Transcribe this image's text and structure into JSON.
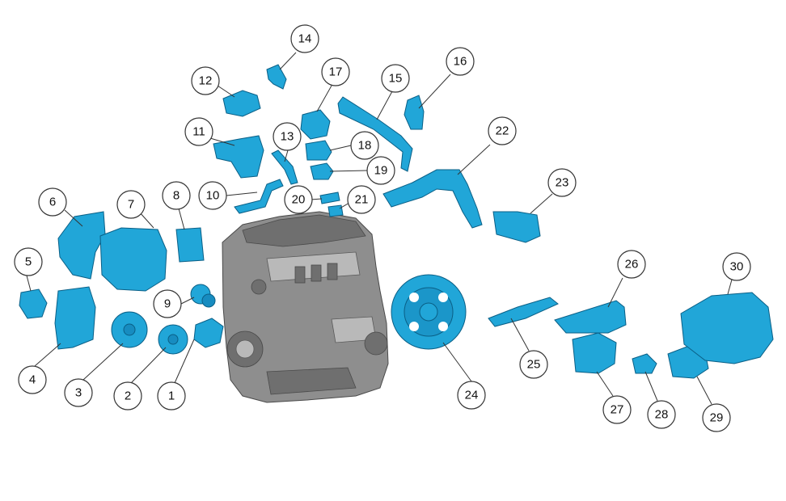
{
  "callouts": [
    {
      "id": "1",
      "label": "1"
    },
    {
      "id": "2",
      "label": "2"
    },
    {
      "id": "3",
      "label": "3"
    },
    {
      "id": "4",
      "label": "4"
    },
    {
      "id": "5",
      "label": "5"
    },
    {
      "id": "6",
      "label": "6"
    },
    {
      "id": "7",
      "label": "7"
    },
    {
      "id": "8",
      "label": "8"
    },
    {
      "id": "9",
      "label": "9"
    },
    {
      "id": "10",
      "label": "10"
    },
    {
      "id": "11",
      "label": "11"
    },
    {
      "id": "12",
      "label": "12"
    },
    {
      "id": "13",
      "label": "13"
    },
    {
      "id": "14",
      "label": "14"
    },
    {
      "id": "15",
      "label": "15"
    },
    {
      "id": "16",
      "label": "16"
    },
    {
      "id": "17",
      "label": "17"
    },
    {
      "id": "18",
      "label": "18"
    },
    {
      "id": "19",
      "label": "19"
    },
    {
      "id": "20",
      "label": "20"
    },
    {
      "id": "21",
      "label": "21"
    },
    {
      "id": "22",
      "label": "22"
    },
    {
      "id": "23",
      "label": "23"
    },
    {
      "id": "24",
      "label": "24"
    },
    {
      "id": "25",
      "label": "25"
    },
    {
      "id": "26",
      "label": "26"
    },
    {
      "id": "27",
      "label": "27"
    },
    {
      "id": "28",
      "label": "28"
    },
    {
      "id": "29",
      "label": "29"
    },
    {
      "id": "30",
      "label": "30"
    }
  ],
  "colors": {
    "part": "#21a6d8",
    "part_outline": "#0a5f86",
    "engine": "#8e8e8e",
    "callout_stroke": "#333333",
    "background": "#ffffff"
  }
}
